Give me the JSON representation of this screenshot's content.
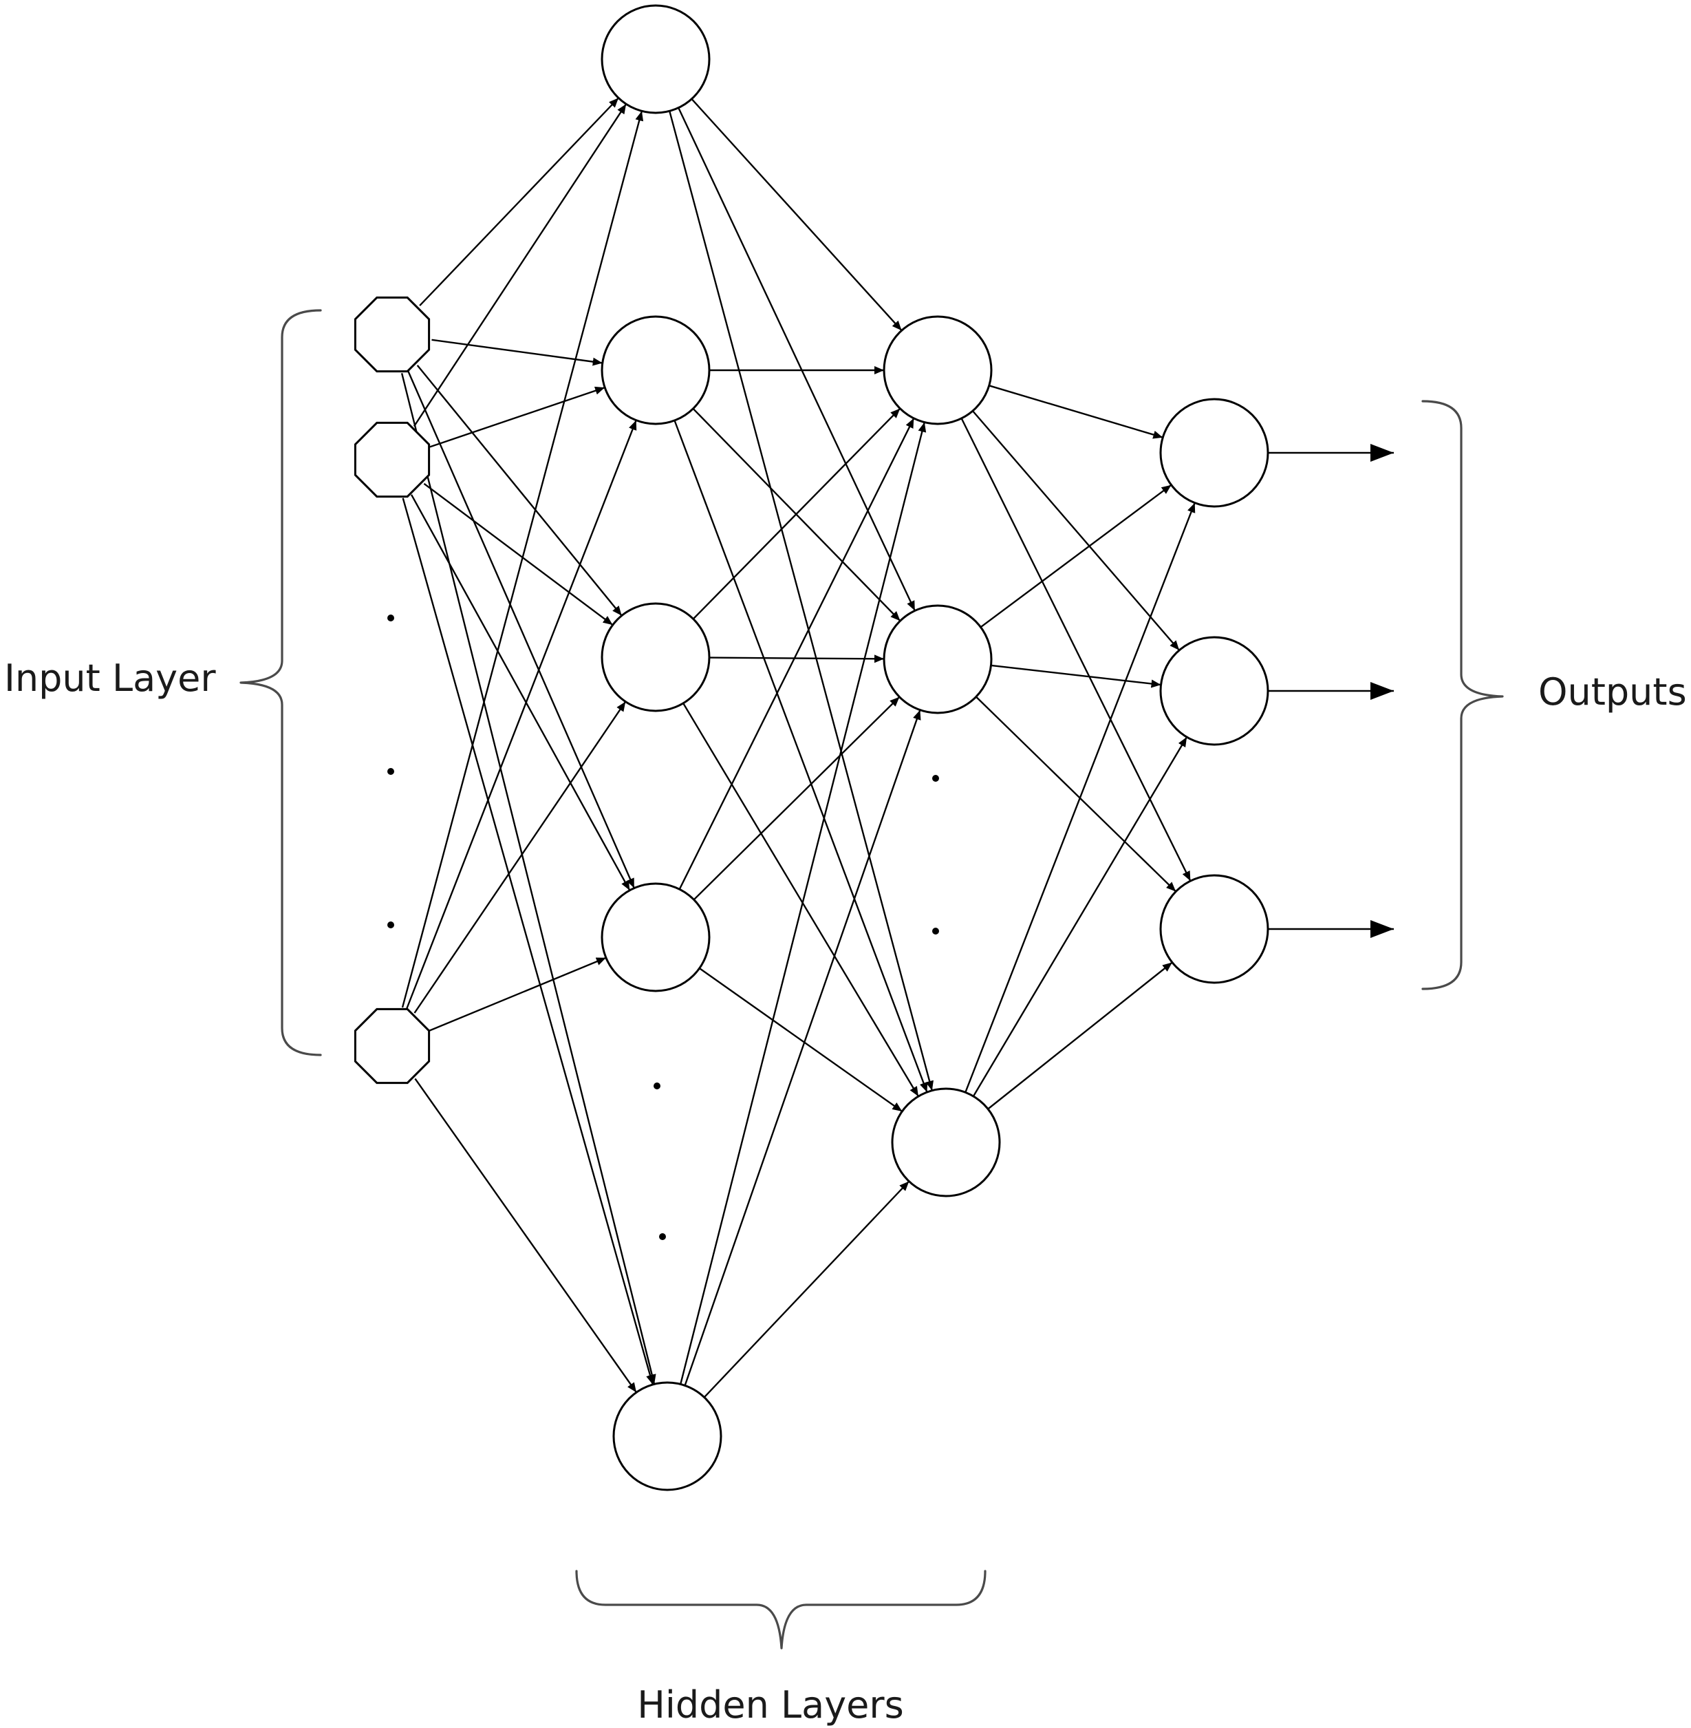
{
  "labels": {
    "input": "Input Layer",
    "hidden": "Hidden Layers",
    "outputs": "Outputs"
  },
  "colors": {
    "stroke": "#000000",
    "node_fill": "#ffffff",
    "brace": "#4a4a4a",
    "text": "#1a1a1a",
    "background": "#ffffff"
  },
  "structure": {
    "layers": [
      {
        "name": "input",
        "visible_nodes": 3,
        "ellipsis": true
      },
      {
        "name": "hidden-1",
        "visible_nodes": 5,
        "ellipsis": true
      },
      {
        "name": "hidden-2",
        "visible_nodes": 3,
        "ellipsis": true
      },
      {
        "name": "output",
        "visible_nodes": 3,
        "ellipsis": false
      }
    ],
    "connectivity": "fully-connected",
    "output_arrows": 3
  }
}
